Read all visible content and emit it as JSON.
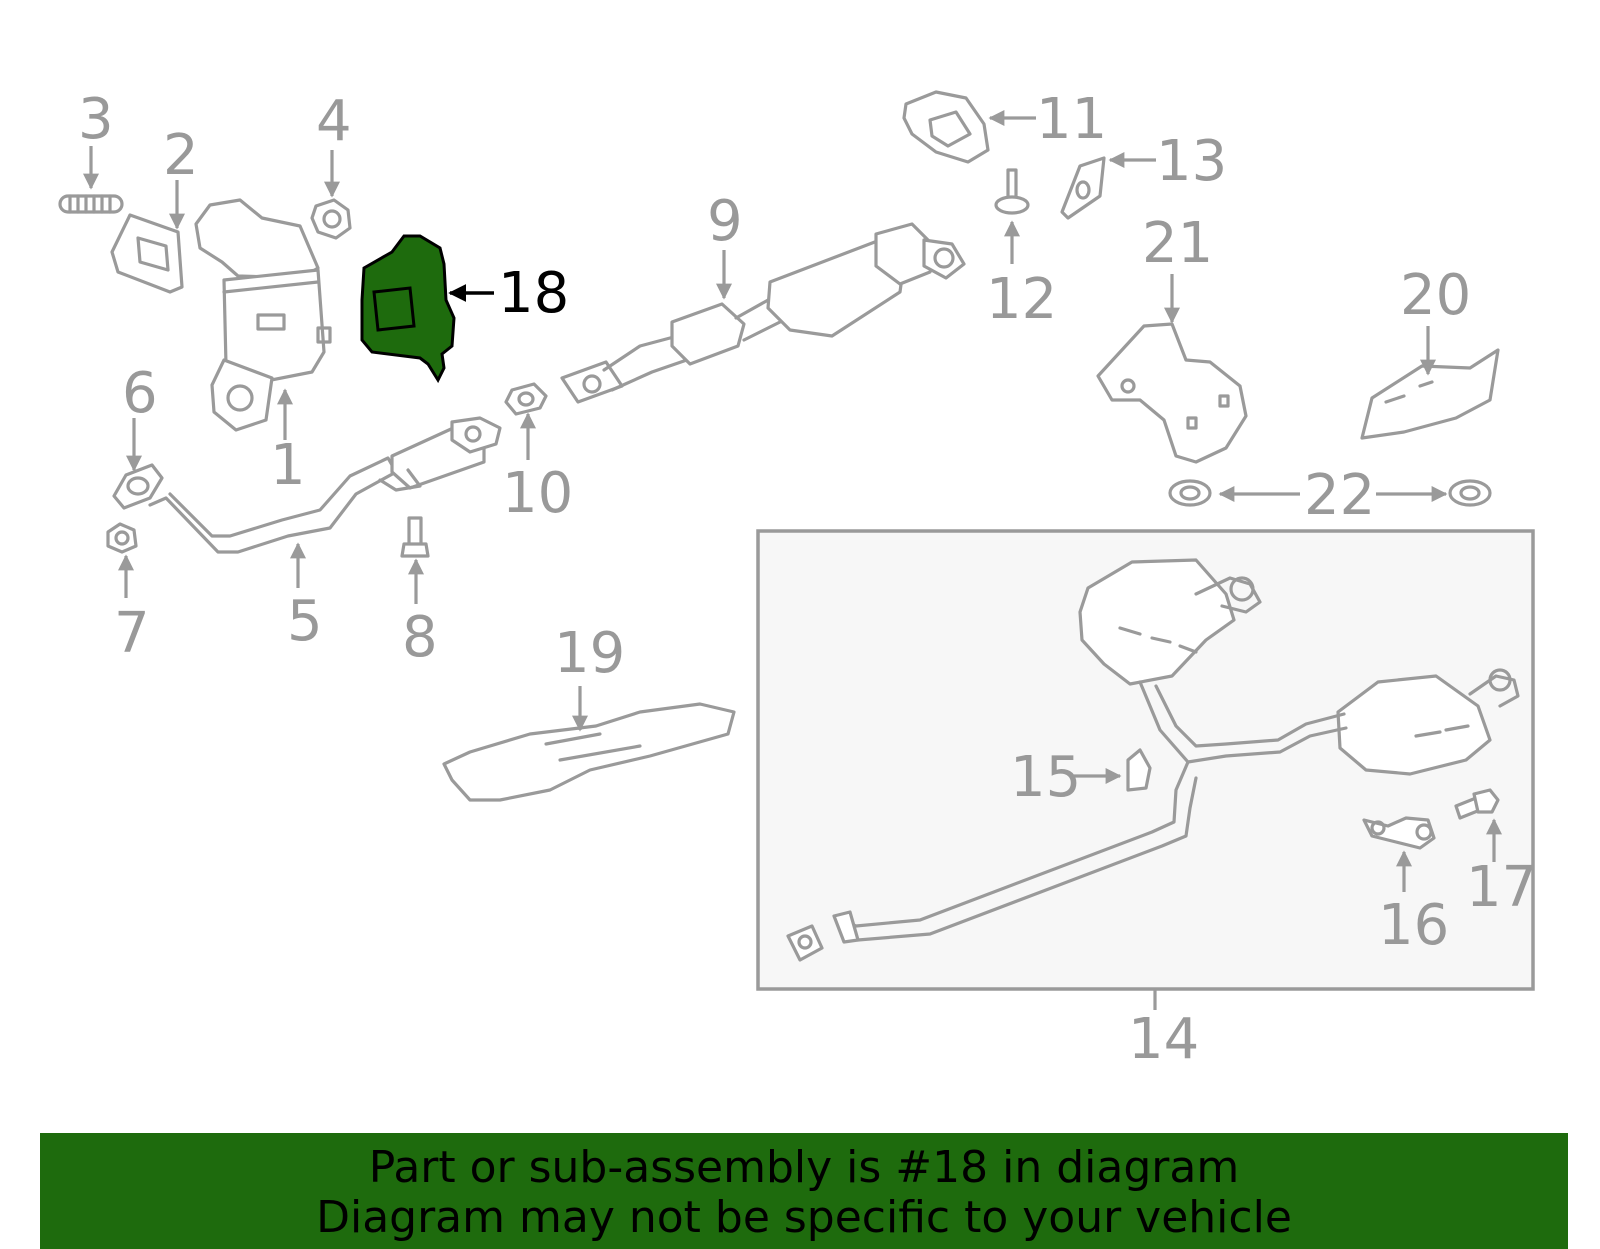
{
  "callouts": [
    "1",
    "2",
    "3",
    "4",
    "5",
    "6",
    "7",
    "8",
    "9",
    "10",
    "11",
    "12",
    "13",
    "14",
    "15",
    "16",
    "17",
    "18",
    "19",
    "20",
    "21",
    "22"
  ],
  "highlighted_part": "18",
  "colors": {
    "highlight_fill": "#1e6b0d",
    "line_art": "#9a9a9a",
    "banner_bg": "#1e6b0d",
    "inset_bg": "#f7f7f7"
  },
  "banner": {
    "line1": "Part or sub-assembly is #18 in diagram",
    "line2": "Diagram may not be specific to your vehicle"
  }
}
